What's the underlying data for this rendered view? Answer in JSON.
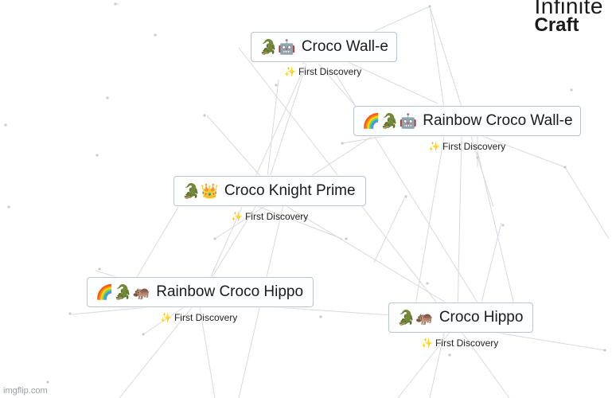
{
  "logo": {
    "line1": "Infinite",
    "line2": "Craft"
  },
  "items": [
    {
      "id": "croco-wall-e",
      "emoji": "🐊🤖",
      "label": "Croco Wall-e",
      "badge": "First Discovery"
    },
    {
      "id": "rainbow-croco-wall-e",
      "emoji": "🌈🐊🤖",
      "label": "Rainbow Croco Wall-e",
      "badge": "First Discovery"
    },
    {
      "id": "croco-knight-prime",
      "emoji": "🐊👑",
      "label": "Croco Knight Prime",
      "badge": "First Discovery"
    },
    {
      "id": "rainbow-croco-hippo",
      "emoji": "🌈🐊🦛",
      "label": "Rainbow Croco Hippo",
      "badge": "First Discovery"
    },
    {
      "id": "croco-hippo",
      "emoji": "🐊🦛",
      "label": "Croco Hippo",
      "badge": "First Discovery"
    }
  ],
  "badge_icon": "sparkles-icon",
  "watermark": "imgflip.com",
  "colors": {
    "background": "#ffffff",
    "line": "#d6dadf",
    "item_border": "#b9c3cc"
  }
}
